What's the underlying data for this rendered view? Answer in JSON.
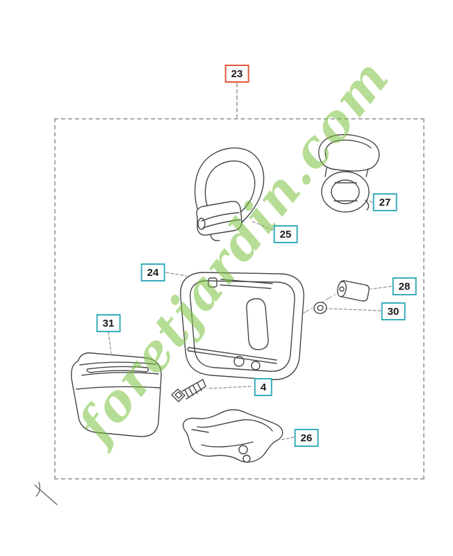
{
  "watermark": {
    "text": "foretjardin.com"
  },
  "labels": [
    {
      "num": "23",
      "variant": "highlight"
    },
    {
      "num": "24",
      "variant": "normal"
    },
    {
      "num": "25",
      "variant": "normal"
    },
    {
      "num": "26",
      "variant": "normal"
    },
    {
      "num": "27",
      "variant": "normal"
    },
    {
      "num": "28",
      "variant": "normal"
    },
    {
      "num": "30",
      "variant": "normal"
    },
    {
      "num": "31",
      "variant": "normal"
    },
    {
      "num": "4",
      "variant": "normal"
    }
  ],
  "colors": {
    "label_border": "#38acba",
    "label_border_highlight": "#e2583a",
    "line": "#454545",
    "leader": "#8a8a8a",
    "watermark": "#7cc240"
  }
}
